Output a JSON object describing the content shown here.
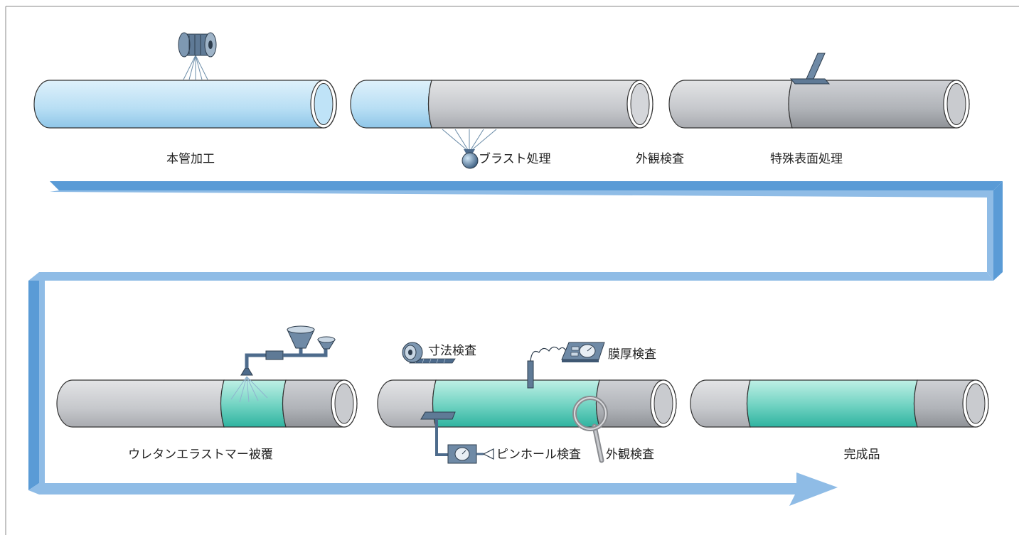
{
  "colors": {
    "arrow_light": "#8fbce6",
    "arrow_dark": "#5a9bd6",
    "pipe_blue_light": "#dff1fb",
    "pipe_blue_dark": "#8fc6e8",
    "pipe_gray_light": "#d9dadd",
    "pipe_gray_dark": "#a9abb0",
    "coat_green_light": "#bff0e6",
    "coat_green_dark": "#2fb3a0",
    "tool_blue": "#4d6b8c",
    "frame": "#8a8a8a"
  },
  "row1": {
    "step1_label": "本管加工",
    "step2_label": "ブラスト処理",
    "step3_label": "外観検査",
    "step4_label": "特殊表面処理"
  },
  "row2": {
    "step5_label": "ウレタンエラストマー被覆",
    "inspect_dimension_label": "寸法検査",
    "inspect_thickness_label": "膜厚検査",
    "inspect_pinhole_label": "ピンホール検査",
    "inspect_visual_label": "外観検査",
    "step6_label": "完成品"
  },
  "icons": [
    "wire-reel-icon",
    "blast-nozzle-icon",
    "surface-tool-icon",
    "spray-hoppers-icon",
    "tape-roll-icon",
    "thickness-gauge-icon",
    "pinhole-detector-icon",
    "magnifier-icon"
  ]
}
